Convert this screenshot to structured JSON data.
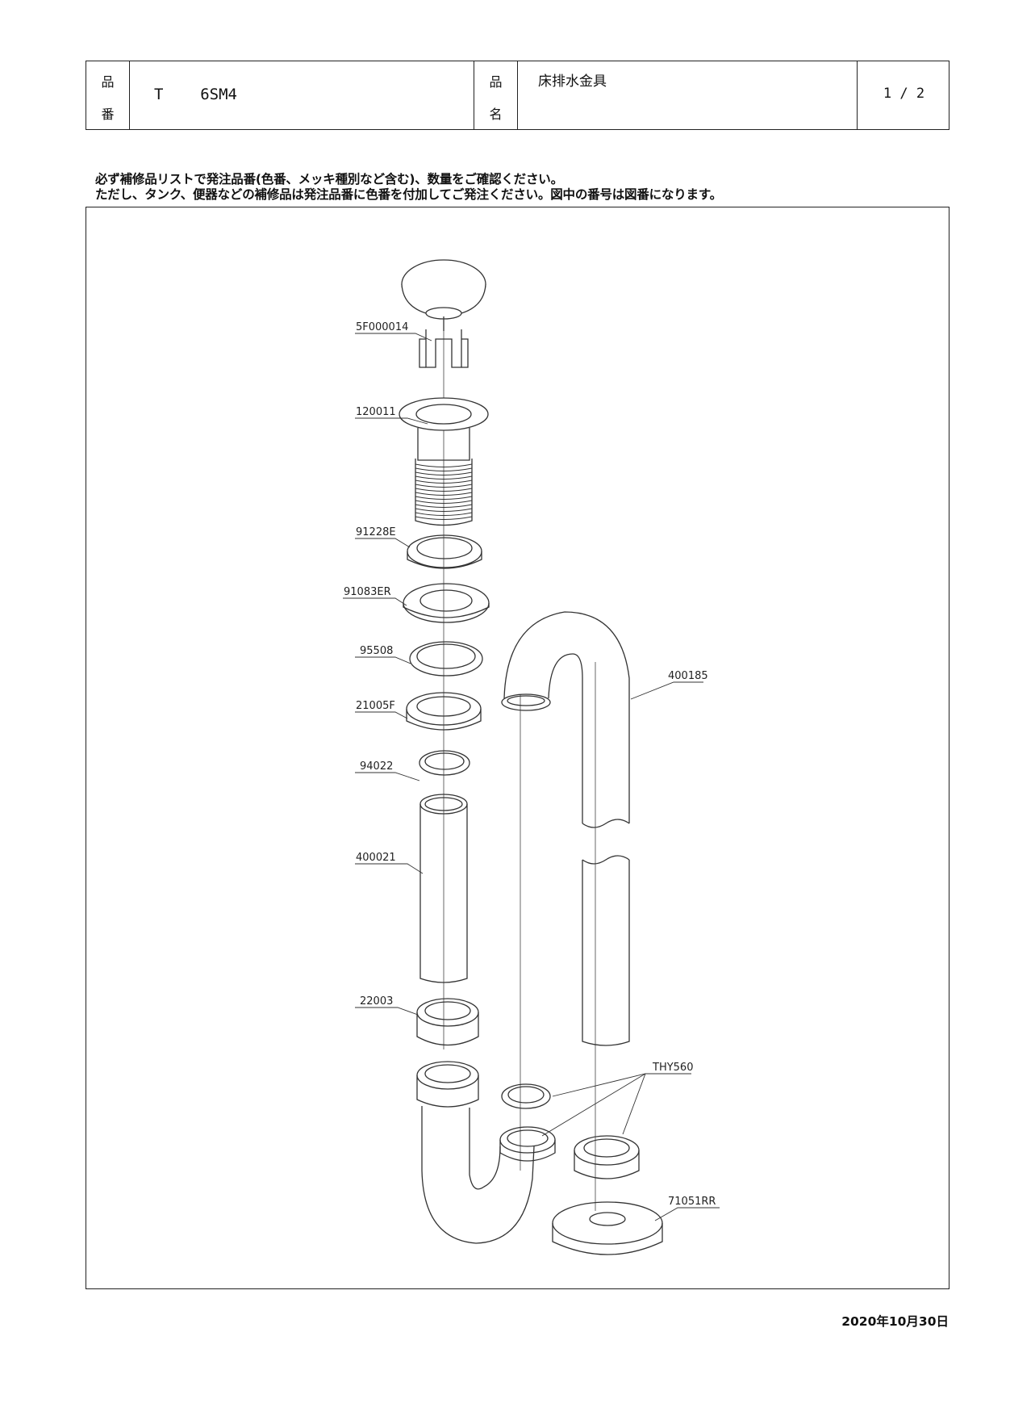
{
  "header": {
    "code_label_top": "品",
    "code_label_bottom": "番",
    "code": "T    6SM4",
    "name_label_top": "品",
    "name_label_bottom": "名",
    "name": "床排水金具",
    "page": "1 / 2"
  },
  "notes": {
    "line1": "必ず補修品リストで発注品番(色番、メッキ種別など含む)、数量をご確認ください。",
    "line2": "ただし、タンク、便器などの補修品は発注品番に色番を付加してご発注ください。図中の番号は図番になります。"
  },
  "parts": {
    "p1": "5F000014",
    "p2": "120011",
    "p3": "91228E",
    "p4": "91083ER",
    "p5": "95508",
    "p6": "21005F",
    "p7": "94022",
    "p8": "400021",
    "p9": "22003",
    "p10": "400185",
    "p11": "THY560",
    "p12": "71051RR"
  },
  "date": "2020年10月30日"
}
